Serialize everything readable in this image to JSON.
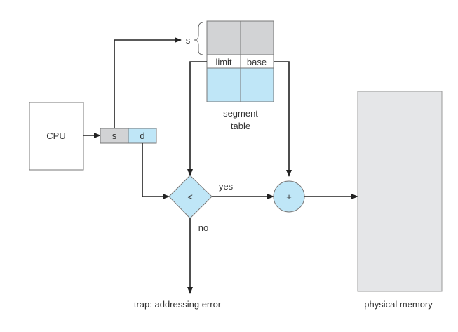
{
  "diagram": {
    "type": "segmentation hardware",
    "cpu_label": "CPU",
    "logical_address": {
      "segment_label": "s",
      "offset_label": "d"
    },
    "segment_table": {
      "index_label": "s",
      "columns": [
        "limit",
        "base"
      ],
      "caption_line1": "segment",
      "caption_line2": "table"
    },
    "compare_symbol": "<",
    "adder_symbol": "+",
    "yes_label": "yes",
    "no_label": "no",
    "trap_label": "trap: addressing error",
    "memory_label": "physical memory"
  },
  "colors": {
    "gray_fill": "#d2d3d5",
    "blue_fill": "#bfe6f7",
    "memory_fill": "#e5e6e8",
    "stroke": "#555555",
    "line": "#222222"
  }
}
